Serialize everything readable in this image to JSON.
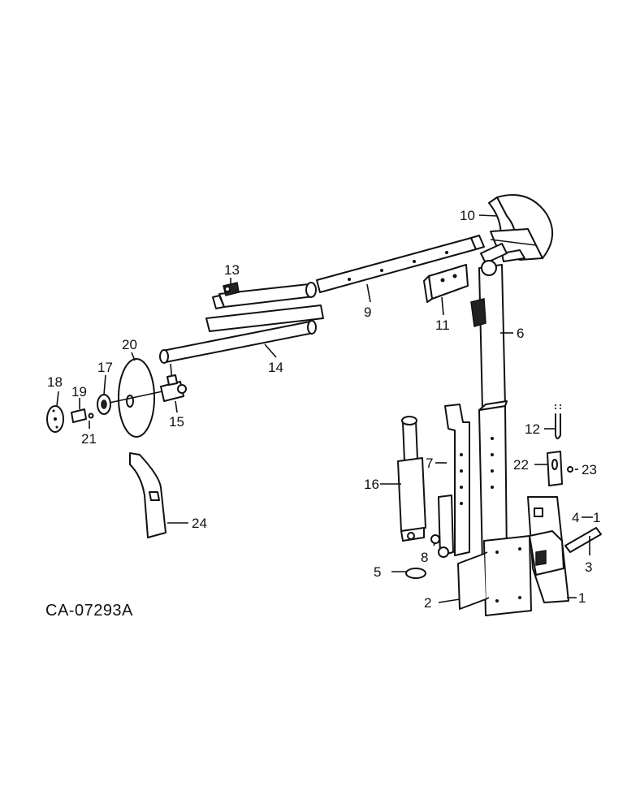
{
  "figure_code": "CA-07293A",
  "callouts": {
    "c1": "1",
    "c2": "2",
    "c3": "3",
    "c4": "4",
    "c5": "5",
    "c6": "6",
    "c7": "7",
    "c8": "8",
    "c9": "9",
    "c10": "10",
    "c11": "11",
    "c12": "12",
    "c13": "13",
    "c14": "14",
    "c15": "15",
    "c16": "16",
    "c17": "17",
    "c18": "18",
    "c19": "19",
    "c20": "20",
    "c21": "21",
    "c22": "22",
    "c23": "23",
    "c24": "24"
  }
}
